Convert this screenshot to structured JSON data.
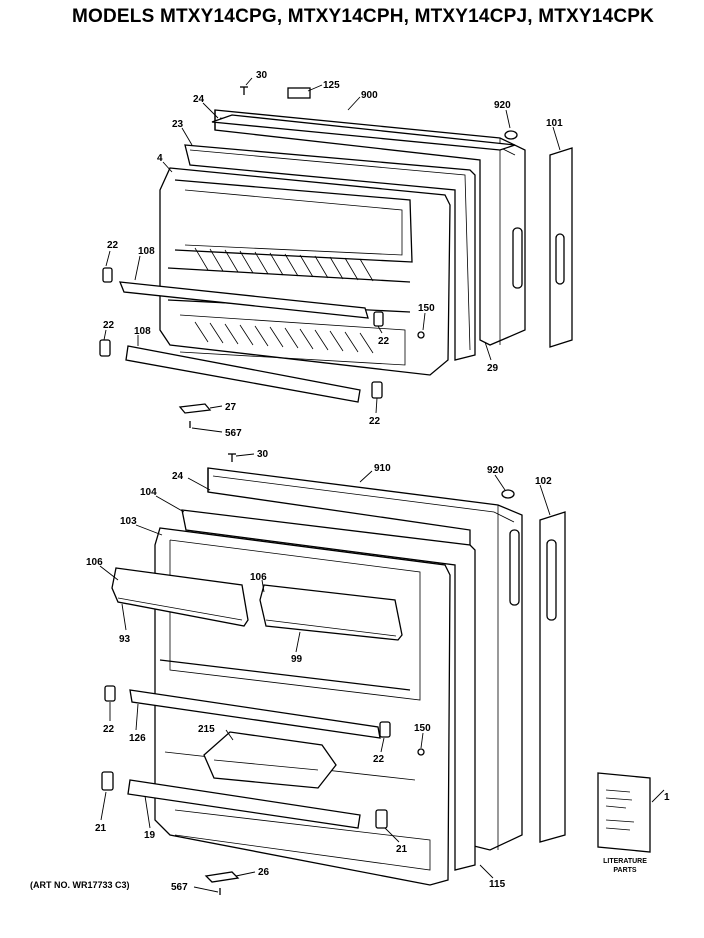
{
  "title": "MODELS MTXY14CPG, MTXY14CPH, MTXY14CPJ, MTXY14CPK",
  "art_number": "(ART NO. WR17733 C3)",
  "literature": {
    "line1": "LITERATURE",
    "line2": "PARTS",
    "callout": "1"
  },
  "freezer_door_callouts": [
    "30",
    "125",
    "900",
    "920",
    "101",
    "24",
    "23",
    "4",
    "22",
    "108",
    "22",
    "108",
    "150",
    "22",
    "29",
    "22",
    "27",
    "567"
  ],
  "fresh_food_door_callouts": [
    "30",
    "910",
    "920",
    "102",
    "24",
    "104",
    "103",
    "106",
    "106",
    "93",
    "99",
    "22",
    "126",
    "215",
    "150",
    "22",
    "21",
    "19",
    "21",
    "115",
    "567",
    "26"
  ]
}
